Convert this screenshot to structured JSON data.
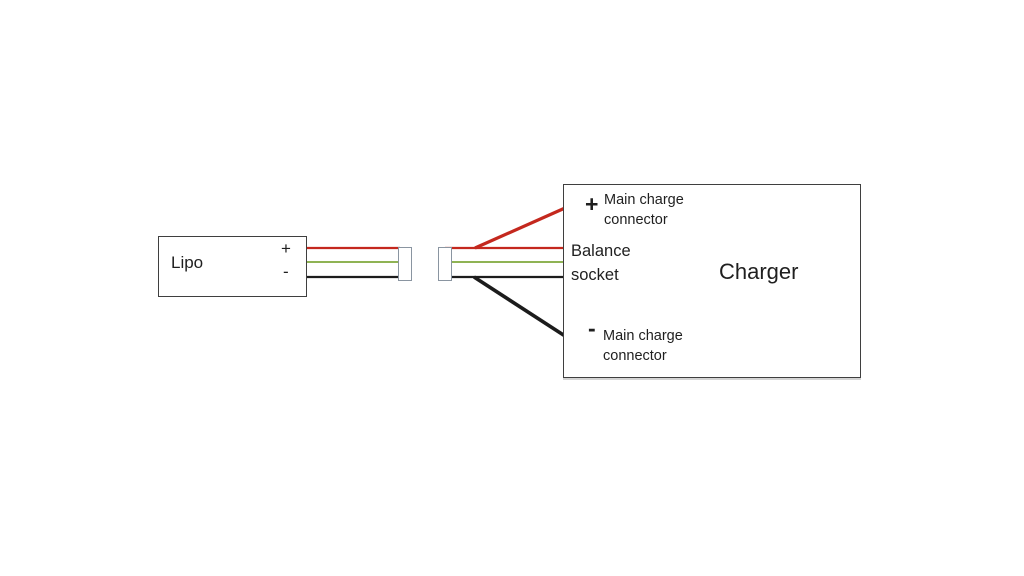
{
  "diagram": {
    "title_semantic": "lipo-balance-charging-wiring-diagram",
    "background_color": "#ffffff",
    "lipo": {
      "label": "Lipo",
      "plus": "+",
      "minus": "-"
    },
    "charger": {
      "label": "Charger",
      "plus": "+",
      "minus": "-",
      "positive_lead_label": "Main charge\nconnector",
      "negative_lead_label": "Main charge\nconnector",
      "balance_socket_label": "Balance\nsocket"
    },
    "wires": {
      "positive": {
        "label": "positive-wire",
        "color": "#c4281e"
      },
      "balance": {
        "label": "balance-wire",
        "color": "#8fb354"
      },
      "negative": {
        "label": "negative-wire",
        "color": "#1c1c1c"
      }
    },
    "colors": {
      "component_border": "#3f3f3f",
      "plug_border": "#8a95a1",
      "text": "#1f1f1f"
    }
  }
}
